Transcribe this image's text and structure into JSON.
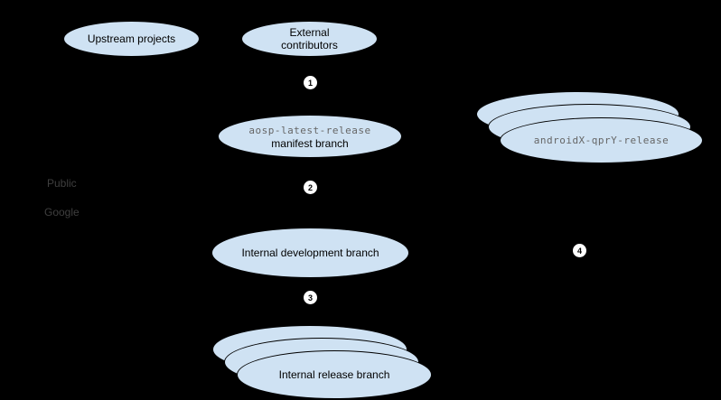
{
  "colors": {
    "canvas_bg": "#000000",
    "node_fill": "#cfe2f3",
    "node_border": "#000000",
    "label_text": "#000000",
    "code_text": "#666666",
    "section_text": "#3f3f3f",
    "badge_fill": "#ffffff",
    "badge_text": "#000000"
  },
  "sections": {
    "public": "Public",
    "google": "Google"
  },
  "nodes": {
    "upstream": {
      "label": "Upstream projects"
    },
    "external": {
      "line1": "External",
      "line2": "contributors"
    },
    "aosp": {
      "code": "aosp-latest-release",
      "label": "manifest branch"
    },
    "androidx": {
      "code": "androidX-qprY-release"
    },
    "internal_dev": {
      "label": "Internal development branch"
    },
    "internal_release": {
      "label": "Internal release branch"
    }
  },
  "badges": [
    "1",
    "2",
    "3",
    "4"
  ]
}
